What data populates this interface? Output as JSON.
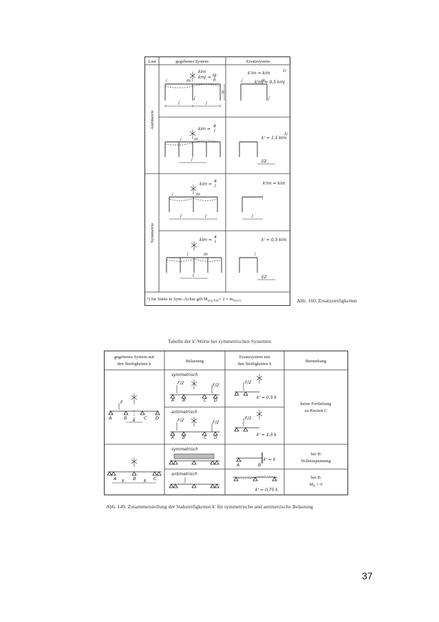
{
  "fig160": {
    "header": {
      "last": "Last",
      "given": "gegebenes System",
      "substitute": "Ersatzsystem"
    },
    "groups": {
      "anti": "Antimetrie",
      "sym": "Symmetrie"
    },
    "row1": {
      "kim": "kim",
      "kmj": "kmj",
      "frac_num": "Ig",
      "frac_den": "h",
      "eq": "=",
      "sub1": "k'im = kim",
      "sub2": "k'mj = 0,5 kmj",
      "i": "i",
      "m": "m",
      "j": "j",
      "h": "h",
      "l": "l",
      "fn": "1)"
    },
    "row2": {
      "kim": "kim =",
      "num": "4",
      "den": "l",
      "sub": "k' = 1,5 kim",
      "fn": "1)",
      "i": "i",
      "m": "m",
      "l": "l",
      "l2": "l/2"
    },
    "row3": {
      "kim": "kim =",
      "num": "4",
      "den": "l",
      "sub": "k'im = kim",
      "i": "i",
      "m": "m",
      "l": "l"
    },
    "row4": {
      "kim": "kim =",
      "num": "4",
      "den": "l",
      "sub": "k' = 0,5 kim",
      "i": "i",
      "m": "m",
      "l": "l",
      "l2": "l/2"
    },
    "footnote": "¹) für Stiele in Sym.-Achse gilt M",
    "footnote_sub": "m/g Stiel",
    "footnote_rest": "= 2 × m",
    "footnote_sub2": "Stiel h"
  },
  "caption160": "Abb. 160. Ersatzsteifigkeiten",
  "table149_title": "Tabelle der k'-Werte bei symmetrischen Systemen",
  "fig149": {
    "header": {
      "given1": "gegebenes System mit",
      "given2": "den Steifigkeiten k",
      "load": "Belastung",
      "sub1": "Ersatzsystem mit",
      "sub2": "den Steifigkeiten k",
      "remark": "Bemerkung"
    },
    "sym": "symmetrisch",
    "anti": "antimetrisch",
    "f2": "F/2",
    "F": "F",
    "k": "k",
    "A": "A",
    "B": "B",
    "C": "C",
    "D": "D",
    "kp05": "k' = 0,5 k",
    "kp15": "k' = 1,5 k",
    "kpk": "k' = k",
    "kp075": "k' = 0,75 k",
    "remark1a": "keine Fortleitung",
    "remark1b": "zu Knoten C",
    "remark2a": "bei B",
    "remark2b": "Volleinspannung",
    "remark3a": "bei B",
    "remark3b": "M",
    "remark3b_sub": "B",
    "remark3b_rest": " = 0"
  },
  "caption149": "Abb. 149. Zusammenstellung der Stabsteifigkeiten k' für symmetrische und antimetrische Belastung",
  "page_number": "37"
}
